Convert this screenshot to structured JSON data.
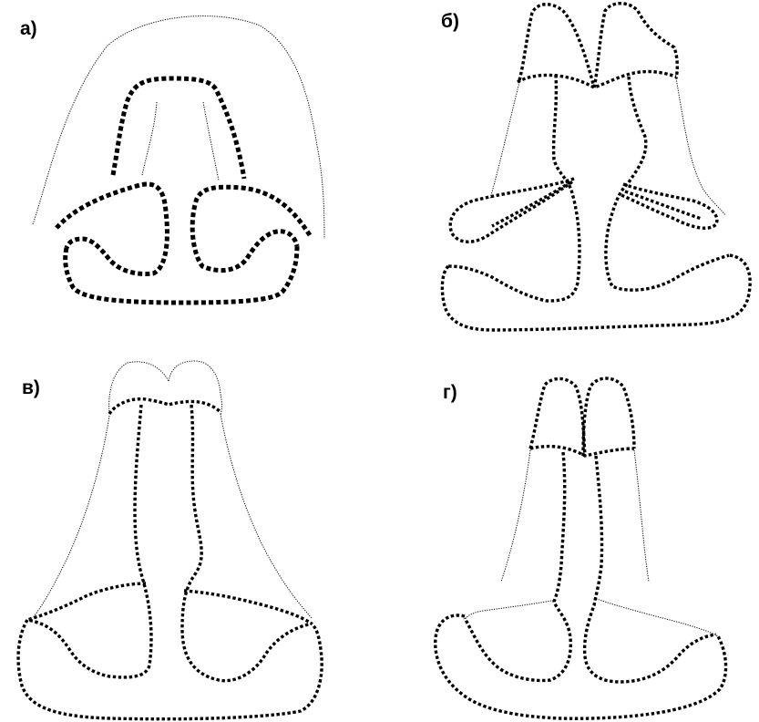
{
  "panels": [
    {
      "label": "а)"
    },
    {
      "label": "б)"
    },
    {
      "label": "в)"
    },
    {
      "label": "г)"
    }
  ],
  "colors": {
    "background": "#ffffff",
    "stroke": "#000000"
  }
}
